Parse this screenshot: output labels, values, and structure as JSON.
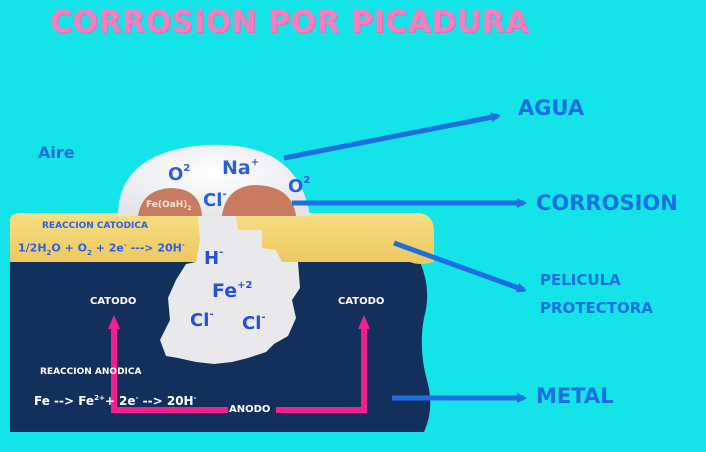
{
  "title": "CORROSION POR PICADURA",
  "callouts": {
    "agua": "AGUA",
    "corrosion": "CORROSION",
    "pelicula_line1": "PELICULA",
    "pelicula_line2": "PROTECTORA",
    "metal": "METAL"
  },
  "aire": "Aire",
  "ions": {
    "o2_left": "O",
    "o2_left_sup": "2",
    "na": "Na",
    "na_sup": "+",
    "cl_top": "Cl",
    "cl_top_sup": "-",
    "o2_right": "O",
    "o2_right_sup": "2",
    "fe_oah": "Fe(OaH)",
    "fe_oah_sub": "2",
    "h": "H",
    "h_sup": "-",
    "fe": "Fe",
    "fe_sup": "+2",
    "cl_left": "Cl",
    "cl_left_sup": "-",
    "cl_right": "Cl",
    "cl_right_sup": "-"
  },
  "labels": {
    "reaccion_catodica": "REACCION CATODICA",
    "catodo_left": "CATODO",
    "catodo_right": "CATODO",
    "reaccion_anodica": "REACCION ANODICA",
    "anodo": "ANODO"
  },
  "equations": {
    "cathodic": {
      "p1": "1/2H",
      "p1_sub": "2",
      "p2": "O  +  O",
      "p2_sub": "2",
      "p3": "  +  2e",
      "p3_sup": "-",
      "p4": " ---> 20H",
      "p4_sup": "-"
    },
    "anodic": {
      "p1": "Fe --> Fe",
      "p1_sup": "2+",
      "p2": "+  2e",
      "p2_sup": "-",
      "p3": " --> 20H",
      "p3_sup": "-"
    }
  },
  "colors": {
    "background": "#14E3E7",
    "title": "#F27FBE",
    "callout_blue": "#1C6FE0",
    "metal": "#13305C",
    "film": "#F2D36B",
    "pit": "#E9E9EB",
    "corrosion": "#C87B5E",
    "current_path": "#F2208C"
  }
}
